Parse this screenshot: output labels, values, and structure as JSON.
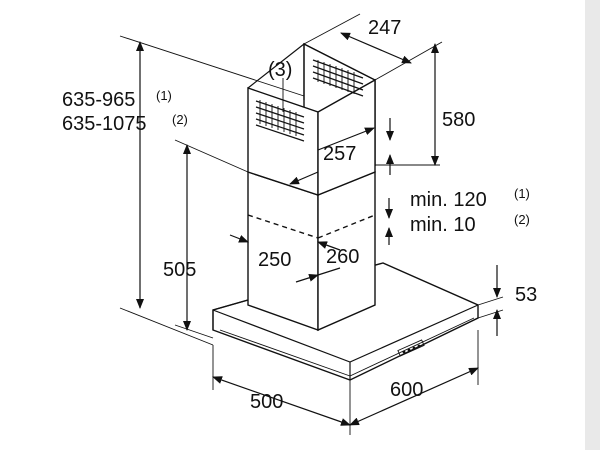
{
  "labels": {
    "overall_height_1": "635-965",
    "overall_height_1_note": "(1)",
    "overall_height_2": "635-1075",
    "overall_height_2_note": "(2)",
    "chimney_note": "(3)",
    "chimney_width_top": "247",
    "chimney_height": "580",
    "chimney_depth": "257",
    "lower_chimney_height": "505",
    "gap_1": "min. 120",
    "gap_1_note": "(1)",
    "gap_2": "min. 10",
    "gap_2_note": "(2)",
    "chimney_width_lower": "250",
    "chimney_depth_lower": "260",
    "canopy_height": "53",
    "canopy_depth": "500",
    "canopy_width": "600"
  },
  "colors": {
    "line": "#111111",
    "page_bg": "#ffffff",
    "margin_bg": "#e9e9e9"
  }
}
